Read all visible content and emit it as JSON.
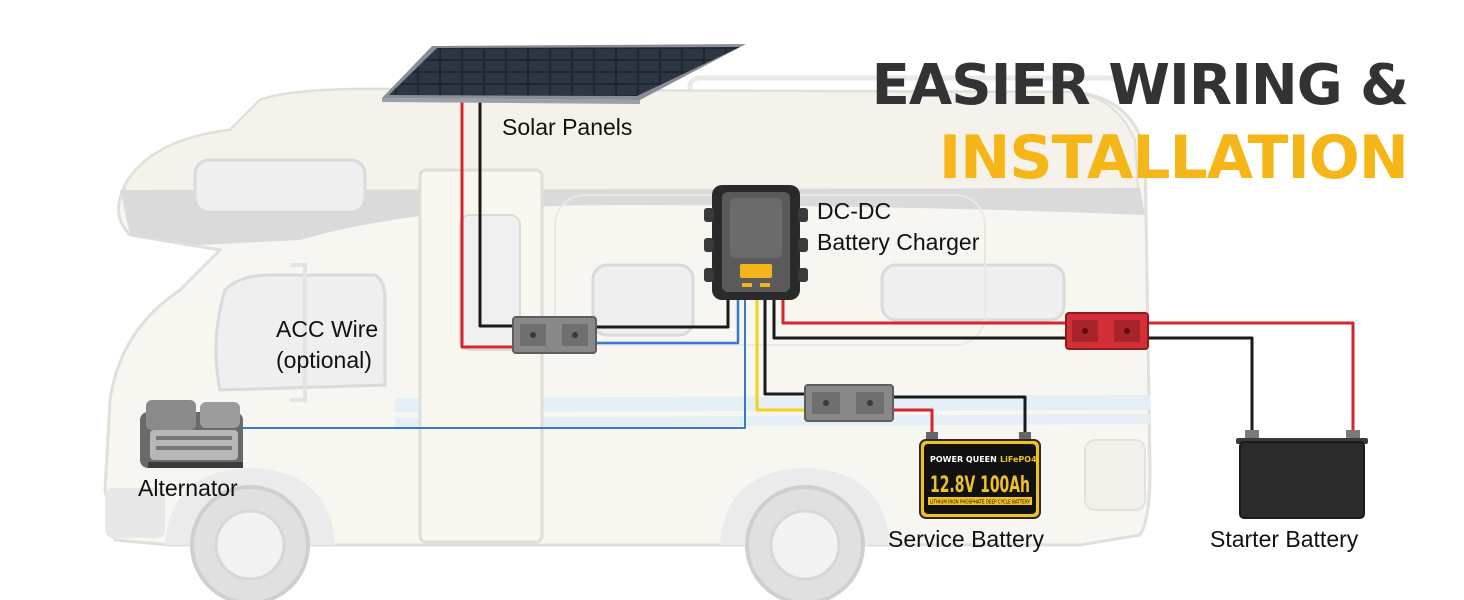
{
  "headline": {
    "line1": "EASIER WIRING &",
    "line2": "INSTALLATION",
    "line1_color": "#333333",
    "line2_color": "#f5b718"
  },
  "labels": {
    "solar_panels": "Solar Panels",
    "dc_dc_line1": "DC-DC",
    "dc_dc_line2": "Battery Charger",
    "acc_wire_line1": "ACC Wire",
    "acc_wire_line2": "(optional)",
    "alternator": "Alternator",
    "service_battery": "Service Battery",
    "starter_battery": "Starter Battery"
  },
  "service_battery_face": {
    "brand": "POWER QUEEN",
    "chemistry": "LiFePO4",
    "rating": "12.8V 100Ah",
    "subtitle": "LITHIUM IRON PHOSPHATE DEEP CYCLE BATTERY"
  },
  "wire_colors": {
    "positive": "#d6262c",
    "negative": "#1a1a1a",
    "solar_blue": "#3a78c9",
    "ignition_yellow": "#f4d21c"
  }
}
